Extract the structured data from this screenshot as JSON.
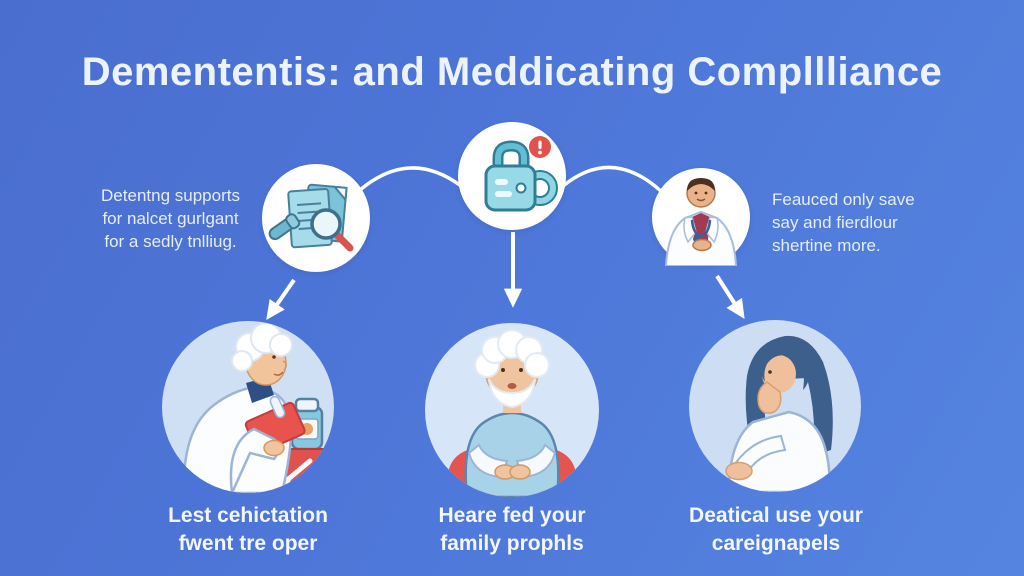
{
  "title": "Demententis: and Meddicating Compllliance",
  "colors": {
    "background_top": "#4a6ecf",
    "background_bottom": "#5584e0",
    "title_text": "#edf3fc",
    "note_text": "#e6edfa",
    "caption_text": "#f3f7fd",
    "connector": "#ffffff",
    "bubble_fill": "#ffffff",
    "portrait_circle_fill": "#d3e1f6",
    "teal_accent": "#8fd4e4",
    "red_accent": "#e1524c"
  },
  "icons": {
    "top_left": "document-magnifier-icon",
    "top_center": "medication-lock-alert-icon",
    "top_center_badge": "alert-badge-icon",
    "top_right": "doctor-illustration",
    "bottom_left": "pharmacist-with-clipboard-illustration",
    "bottom_center": "elderly-man-seated-illustration",
    "bottom_right": "worried-caregiver-illustration"
  },
  "top_row": {
    "left_note": {
      "lines": [
        "Detentng supports",
        "for nalcet gurlgant",
        "for a sedly tnlliug."
      ]
    },
    "right_note": {
      "lines": [
        "Feauced only save",
        "say and fierdlour",
        "shertine more."
      ]
    }
  },
  "bottom_row": [
    {
      "caption_lines": [
        "Lest cehictation",
        "fwent tre oper"
      ]
    },
    {
      "caption_lines": [
        "Heare fed your",
        "family prophls"
      ]
    },
    {
      "caption_lines": [
        "Deatical use your",
        "careignapels"
      ]
    }
  ]
}
